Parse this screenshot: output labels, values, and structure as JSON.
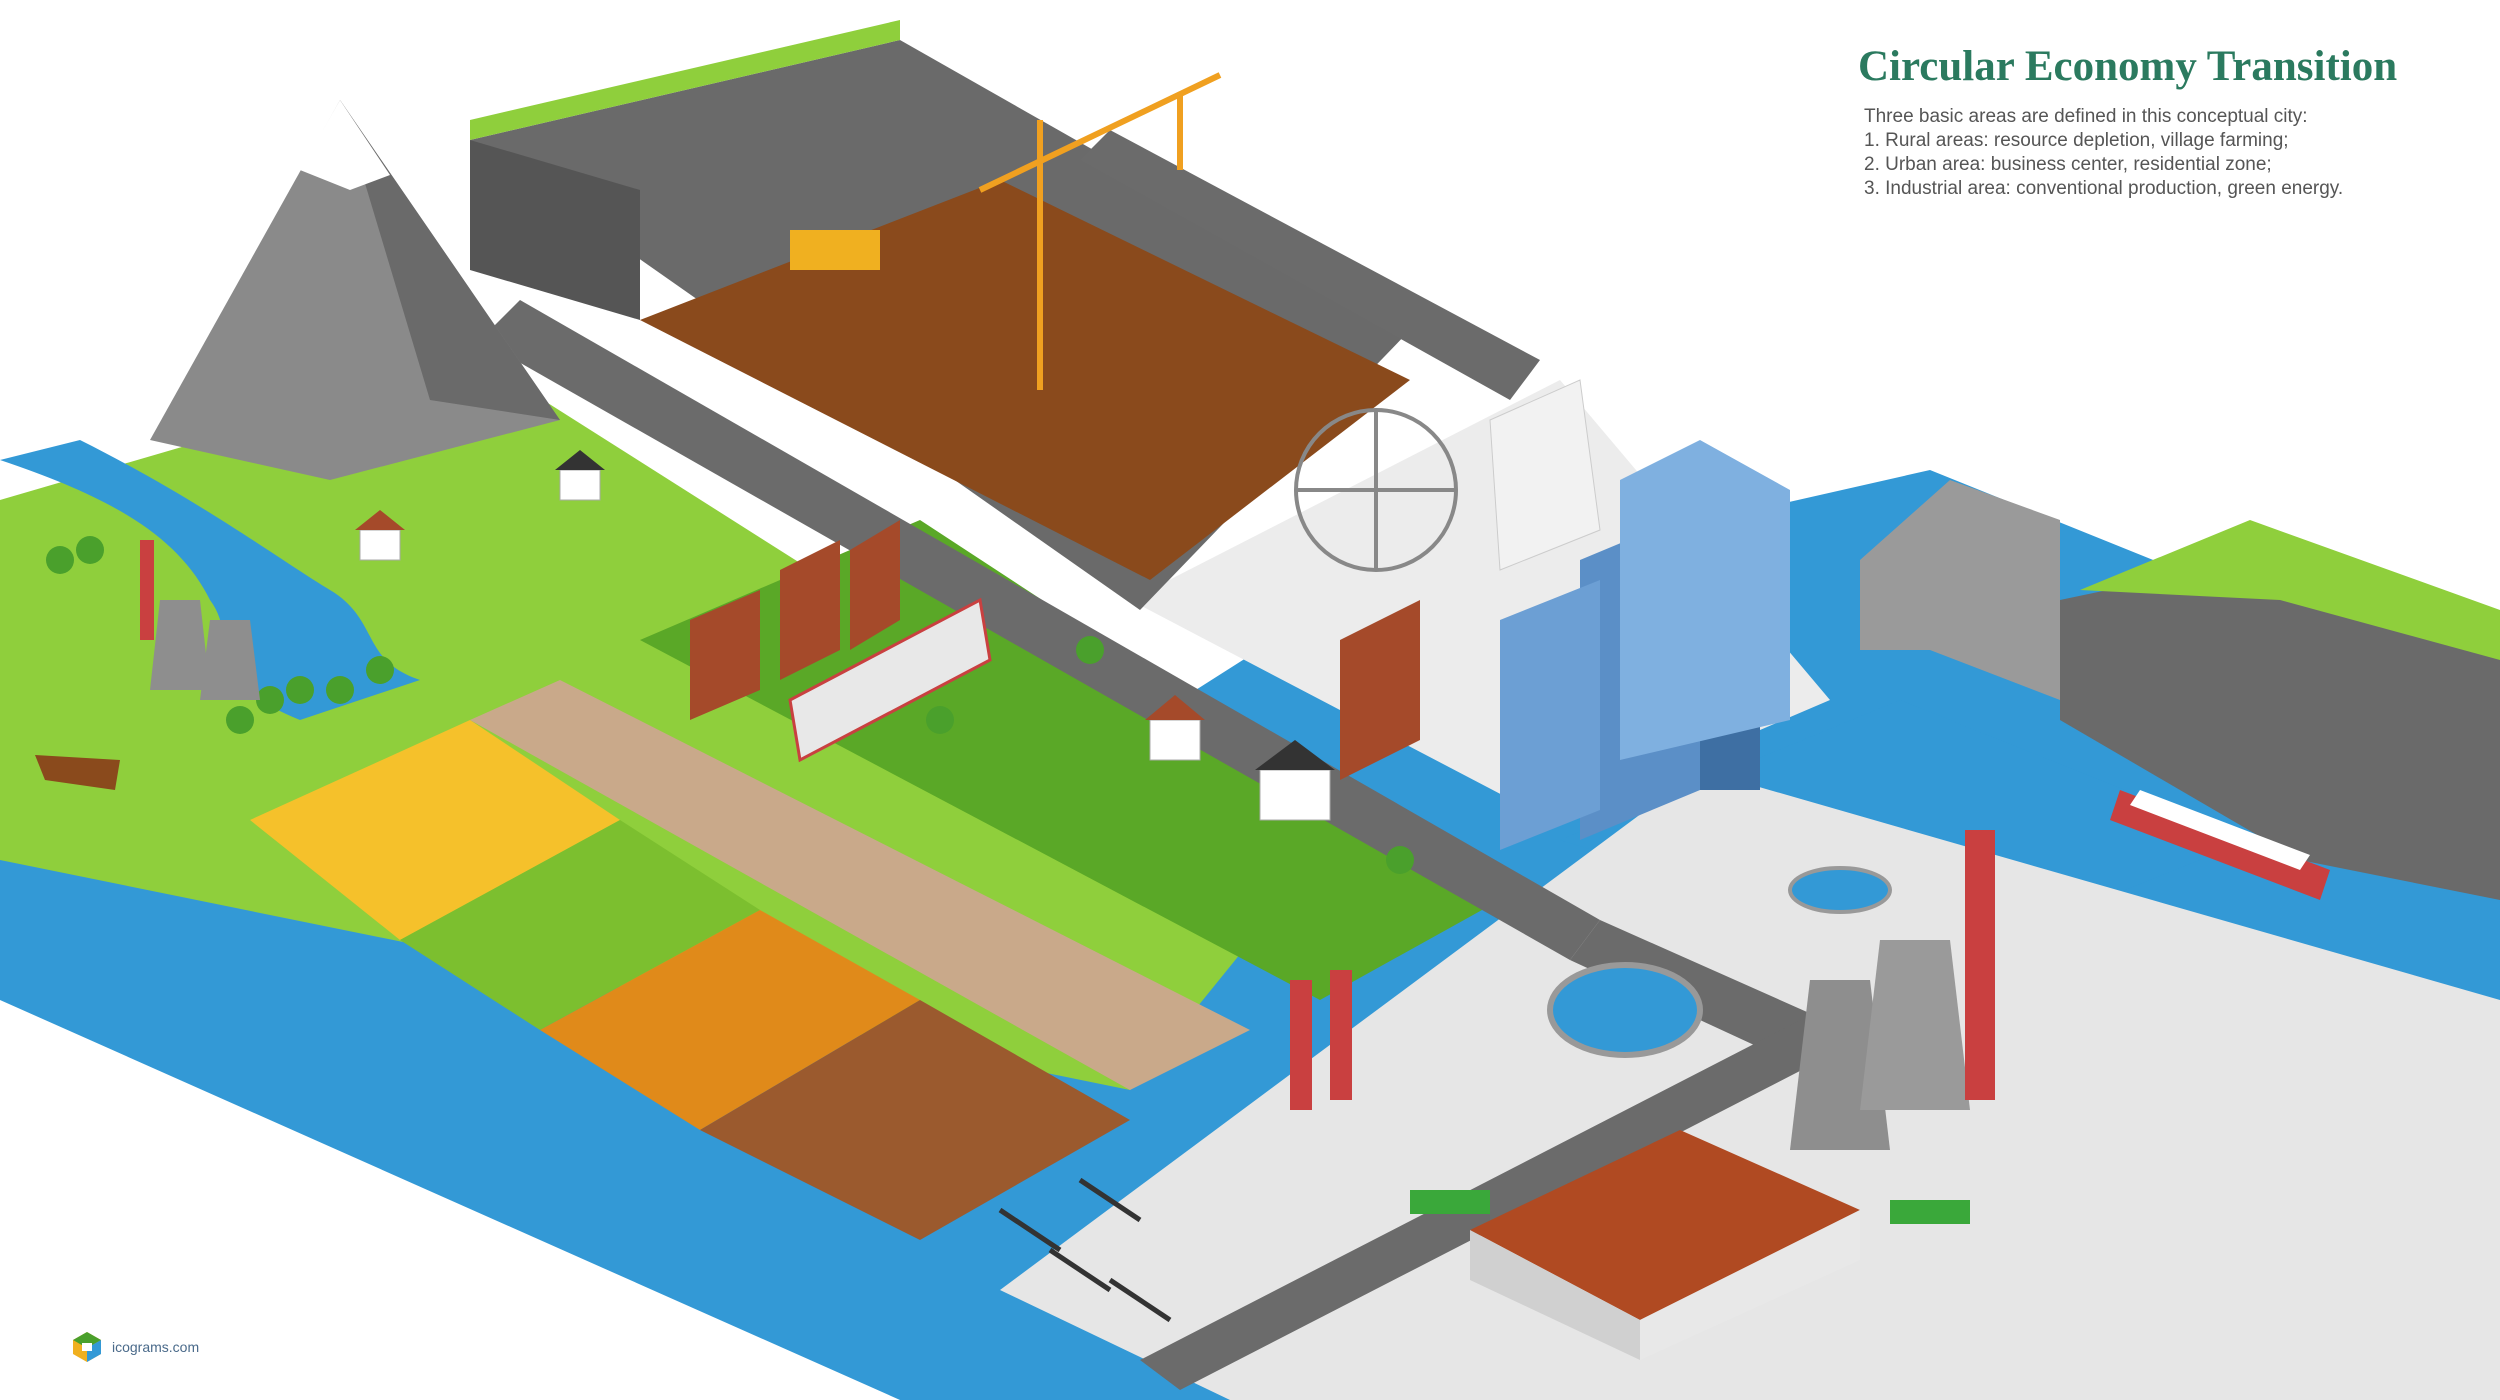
{
  "header": {
    "title": "Circular Economy Transition",
    "description": [
      "Three basic areas are defined in this conceptual city:",
      "1. Rural areas: resource depletion, village farming;",
      "2. Urban area: business center, residential zone;",
      "3. Industrial area: conventional production, green energy."
    ]
  },
  "footer": {
    "logo_text": "icograms.com"
  },
  "colors": {
    "water": "#3399d6",
    "grass": "#8fcf3c",
    "lawn": "#5aa827",
    "soil": "#8a4a1c",
    "field_yellow": "#f5c12b",
    "field_orange": "#e08a1a",
    "field_brown": "#9b5a2e",
    "road": "#6b6b6b",
    "pavement": "#e6e6e6",
    "rock": "#6a6a6a",
    "title": "#2b7a5f",
    "text": "#555555"
  },
  "icons": [
    "mountain-icon",
    "crane-icon",
    "ferris-wheel-icon",
    "cooling-tower-icon",
    "ship-icon",
    "dam-icon",
    "oil-pump-icon",
    "truck-icon",
    "tree-icon",
    "house-icon",
    "logo-icon"
  ]
}
